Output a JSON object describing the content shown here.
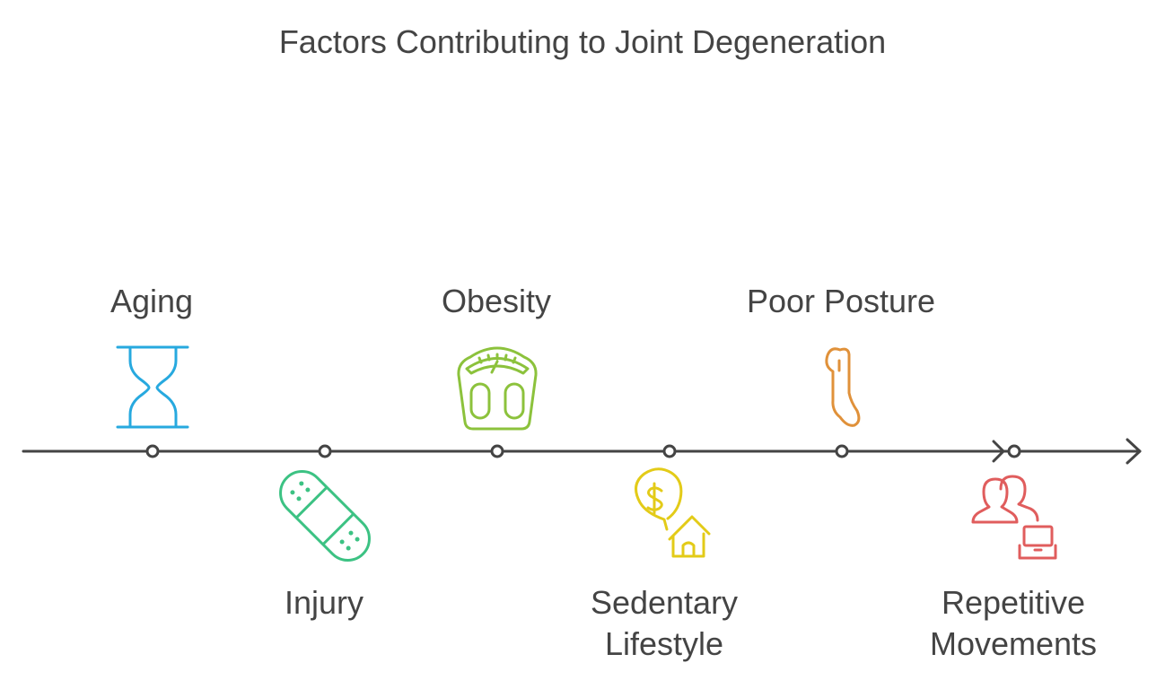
{
  "title": "Factors Contributing to Joint Degeneration",
  "factors": [
    {
      "label": "Aging",
      "icon": "hourglass-icon",
      "color": "#27a9df"
    },
    {
      "label": "Injury",
      "icon": "bandage-icon",
      "color": "#3cc283"
    },
    {
      "label": "Obesity",
      "icon": "weight-scale-icon",
      "color": "#8cc23c"
    },
    {
      "label": "Sedentary\nLifestyle",
      "icon": "money-house-icon",
      "color": "#e3cb18"
    },
    {
      "label": "Poor Posture",
      "icon": "posture-figure-icon",
      "color": "#e0913a"
    },
    {
      "label": "Repetitive\nMovements",
      "icon": "users-laptop-icon",
      "color": "#e05d5d"
    }
  ],
  "colors": {
    "axis": "#444444"
  }
}
